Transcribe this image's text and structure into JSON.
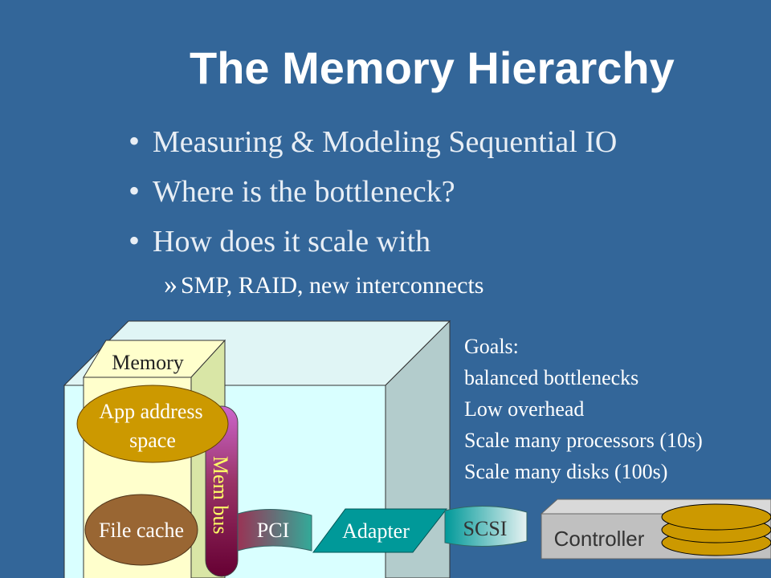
{
  "title": "The Memory Hierarchy",
  "bullets": [
    "Measuring & Modeling Sequential IO",
    "Where is the bottleneck?",
    "How does it scale with"
  ],
  "sub_bullet": "SMP,  RAID, new interconnects",
  "diagram": {
    "memory_label": "Memory",
    "app_address_line1": "App address",
    "app_address_line2": "space",
    "file_cache": "File cache",
    "mem_bus": "Mem bus",
    "pci": "PCI",
    "adapter": "Adapter",
    "scsi": "SCSI",
    "controller": "Controller"
  },
  "goals": {
    "heading": "Goals:",
    "items": [
      "balanced bottlenecks",
      "Low overhead",
      "Scale many processors (10s)",
      "Scale many disks (100s)"
    ]
  },
  "colors": {
    "background": "#336699",
    "box_front": "#d9ffff",
    "box_side": "#b3cccc",
    "memory_panel": "#ffffcc",
    "app_address": "#cc9900",
    "file_cache": "#996633",
    "adapter": "#009999",
    "controller": "#c0c0c0"
  }
}
